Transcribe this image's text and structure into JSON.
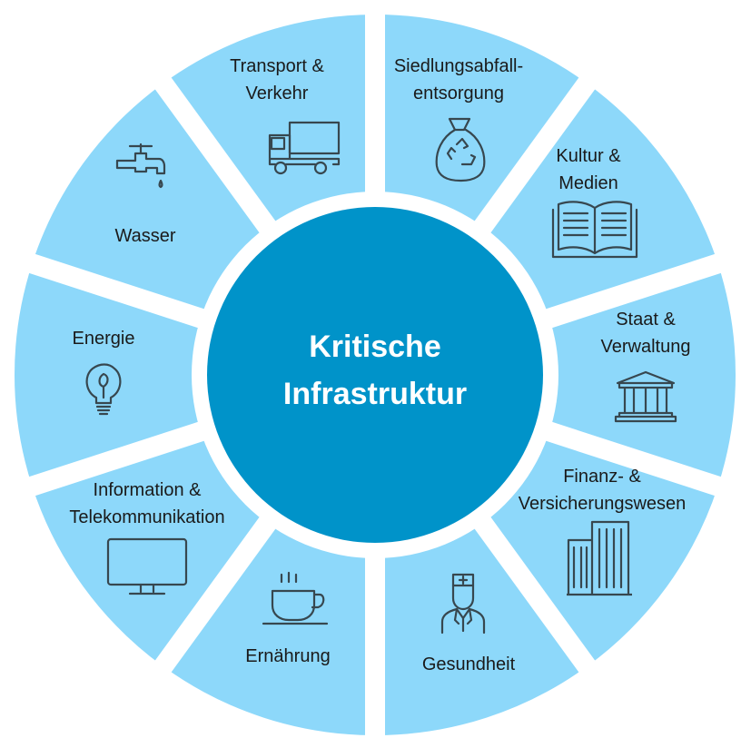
{
  "title": {
    "line1": "Kritische",
    "line2": "Infrastruktur"
  },
  "colors": {
    "segment": "#8dd8fa",
    "center": "#0093c9",
    "gap": "#ffffff",
    "icon": "#37474f"
  },
  "sectors": [
    {
      "line1": "Siedlungsabfall-",
      "line2": "entsorgung",
      "icon": "recycling-bag-icon"
    },
    {
      "line1": "Kultur &",
      "line2": "Medien",
      "icon": "book-icon"
    },
    {
      "line1": "Staat &",
      "line2": "Verwaltung",
      "icon": "government-building-icon"
    },
    {
      "line1": "Finanz- &",
      "line2": "Versicherungswesen",
      "icon": "office-building-icon"
    },
    {
      "line1": "Gesundheit",
      "icon": "doctor-icon"
    },
    {
      "line1": "Ernährung",
      "icon": "coffee-cup-icon"
    },
    {
      "line1": "Information &",
      "line2": "Telekommunikation",
      "icon": "monitor-icon"
    },
    {
      "line1": "Energie",
      "icon": "light-bulb-icon"
    },
    {
      "line1": "Wasser",
      "icon": "water-tap-icon"
    },
    {
      "line1": "Transport &",
      "line2": "Verkehr",
      "icon": "truck-icon"
    }
  ]
}
